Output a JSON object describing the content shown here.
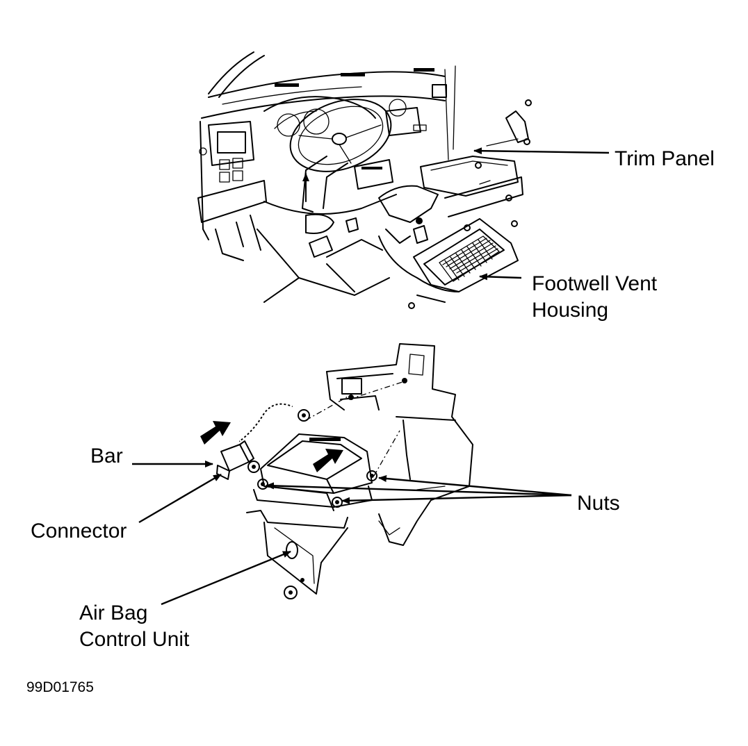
{
  "labels": {
    "trim_panel": "Trim Panel",
    "footwell_vent_line1": "Footwell Vent",
    "footwell_vent_line2": "Housing",
    "bar": "Bar",
    "connector": "Connector",
    "nuts": "Nuts",
    "air_bag_line1": "Air Bag",
    "air_bag_line2": "Control Unit",
    "figure_ref": "99D01765"
  },
  "icons": [
    "arrowhead-icon",
    "insertion-arrow-icon",
    "screw-icon",
    "nut-icon"
  ],
  "colors": {
    "ink": "#000000",
    "background": "#ffffff"
  }
}
